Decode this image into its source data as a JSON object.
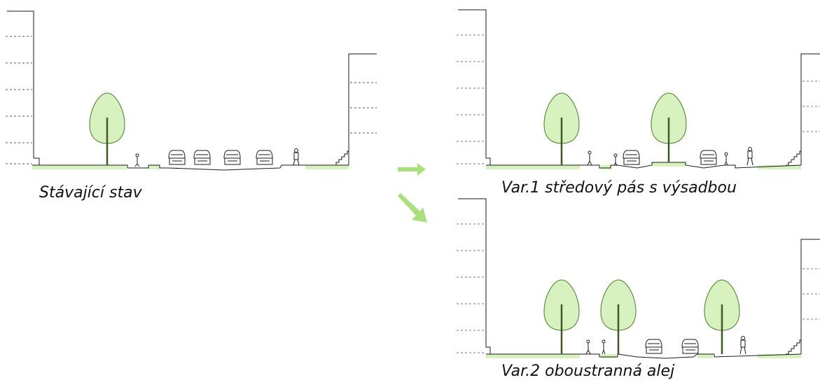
{
  "captions": {
    "existing": "Stávající stav",
    "var1": "Var.1 středový pás s výsadbou",
    "var2": "Var.2 oboustranná alej"
  },
  "colors": {
    "line": "#1a1a1a",
    "green": "#d7f2bf",
    "tree_stroke": "#4a7a2a",
    "trunk": "#3d5a22",
    "arrow": "#a7e07c"
  }
}
